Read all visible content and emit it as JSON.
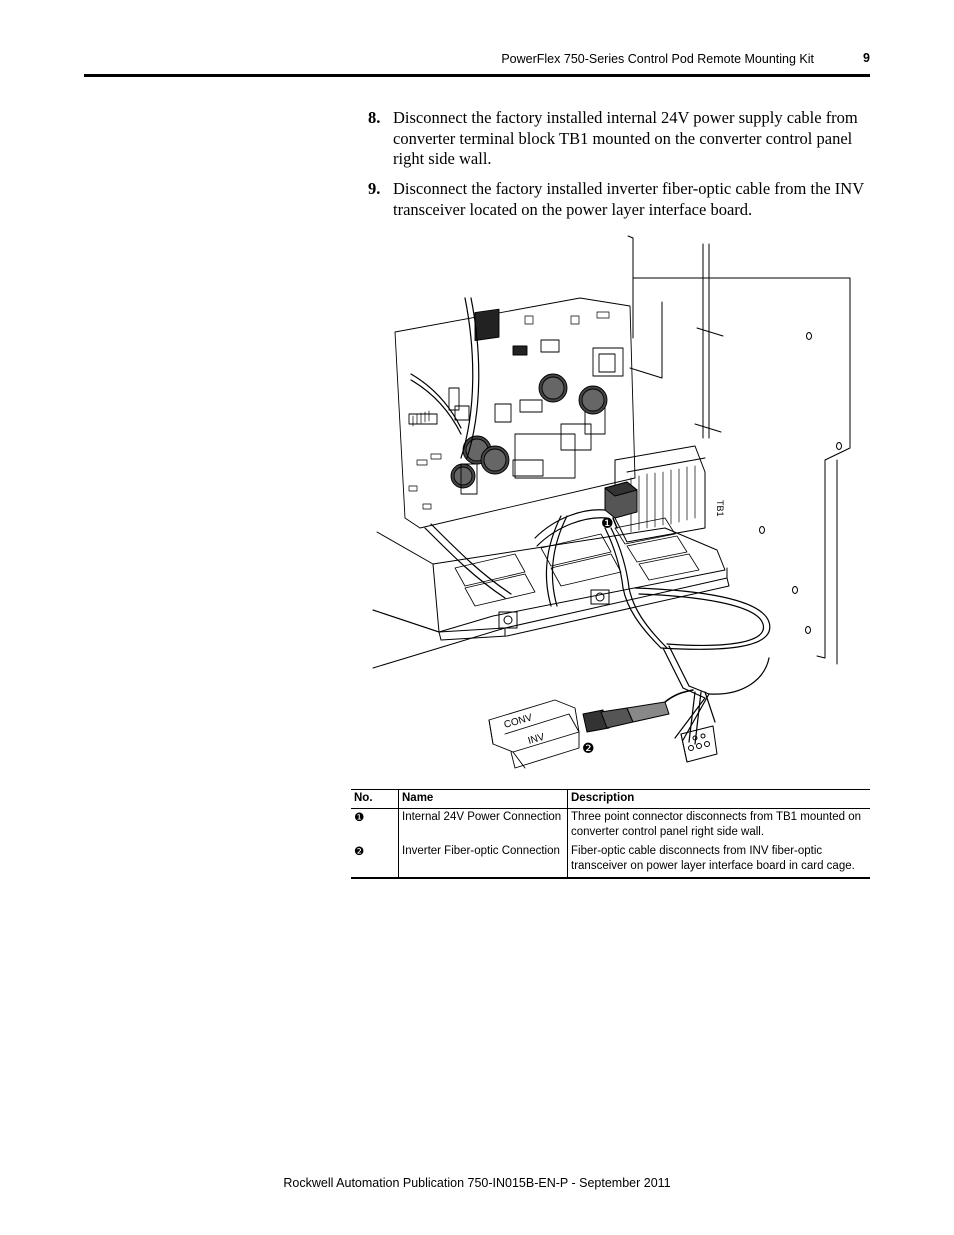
{
  "header": {
    "title": "PowerFlex 750-Series Control Pod Remote Mounting Kit",
    "page_number": "9"
  },
  "steps": [
    {
      "number": "8.",
      "text": "Disconnect the factory installed internal 24V power supply cable from converter terminal block TB1 mounted on the converter control panel right side wall."
    },
    {
      "number": "9.",
      "text": "Disconnect the factory installed inverter fiber-optic cable from the INV transceiver located on the power layer interface board."
    }
  ],
  "figure": {
    "callout_1": "❶",
    "callout_2": "❷",
    "label_tb1": "TB1",
    "label_conv": "CONV",
    "label_inv": "INV"
  },
  "table": {
    "headers": [
      "No.",
      "Name",
      "Description"
    ],
    "rows": [
      {
        "no": "❶",
        "name": "Internal 24V Power Connection",
        "description": "Three point connector disconnects from TB1 mounted on converter control panel right side wall."
      },
      {
        "no": "❷",
        "name": "Inverter Fiber-optic Connection",
        "description": "Fiber-optic cable disconnects from INV fiber-optic transceiver on power layer interface board in card cage."
      }
    ]
  },
  "footer": {
    "text": "Rockwell Automation Publication 750-IN015B-EN-P - September 2011"
  }
}
